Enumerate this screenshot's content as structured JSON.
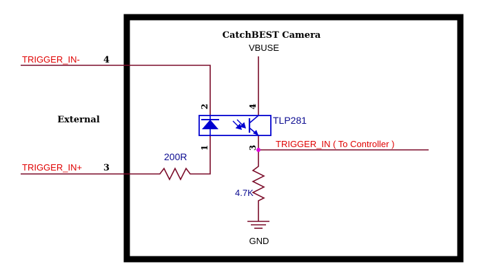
{
  "title": "CatchBEST Camera",
  "side_label": "External",
  "supply_label": "VBUSE",
  "ground_label": "GND",
  "optocoupler": {
    "part": "TLP281"
  },
  "resistors": {
    "series": "200R",
    "pullup": "4.7K"
  },
  "pins": {
    "p1": "1",
    "p2": "2",
    "p3": "3",
    "p4": "4"
  },
  "inputs": {
    "trigger_minus": {
      "label": "TRIGGER_IN-",
      "pin": "4"
    },
    "trigger_plus": {
      "label": "TRIGGER_IN+",
      "pin": "3"
    }
  },
  "output": {
    "label": "TRIGGER_IN ( To Controller )"
  },
  "colors": {
    "border": "#000000",
    "wire": "#7a0a28",
    "signal_text": "#e00000",
    "component": "#0000d0",
    "node_dot": "#e000e0",
    "label_dark": "#000000",
    "label_blue": "#0a0a90"
  }
}
